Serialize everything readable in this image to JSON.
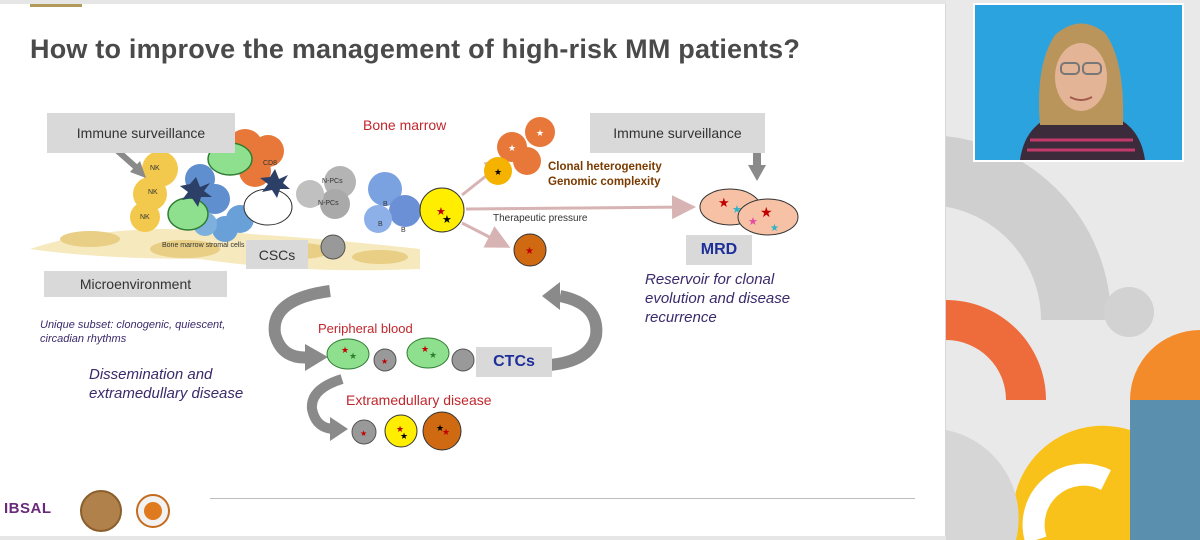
{
  "slide": {
    "title": "How to improve the management of high-risk MM patients?"
  },
  "diagram": {
    "immune_surveillance_left": "Immune surveillance",
    "immune_surveillance_right": "Immune surveillance",
    "bone_marrow": "Bone marrow",
    "microenvironment": "Microenvironment",
    "cscs": "CSCs",
    "bm_stromal_cells": "Bone marrow stromal cells",
    "cell_nk_1": "NK",
    "cell_nk_2": "NK",
    "cell_nk_3": "NK",
    "cell_cd8": "CD8",
    "cell_npcs_1": "N-PCs",
    "cell_npcs_2": "N-PCs",
    "cell_b_1": "B",
    "cell_b_2": "B",
    "cell_b_3": "B",
    "clonal_heterogeneity": "Clonal heterogeneity",
    "genomic_complexity": "Genomic complexity",
    "therapeutic_pressure": "Therapeutic pressure",
    "mrd": "MRD",
    "reservoir_line1": "Reservoir for clonal",
    "reservoir_line2": "evolution and disease",
    "reservoir_line3": "recurrence",
    "unique_subset_line1": "Unique subset: clonogenic, quiescent,",
    "unique_subset_line2": "circadian rhythms",
    "peripheral_blood": "Peripheral blood",
    "ctcs": "CTCs",
    "dissemination_line1": "Dissemination and",
    "dissemination_line2": "extramedullary disease",
    "extramedullary_disease": "Extramedullary disease"
  },
  "footer": {
    "logo_text": "IBSAL"
  },
  "colors": {
    "title": "#4a4a4a",
    "red_label": "#c0272d",
    "navy_label": "#1e2f9a",
    "purple_italic": "#3b2a6b",
    "webcam_bg": "#2aa3df",
    "deco_orange": "#ee6b3b",
    "deco_yellow": "#f9c21a",
    "deco_blue": "#5b8fae"
  }
}
